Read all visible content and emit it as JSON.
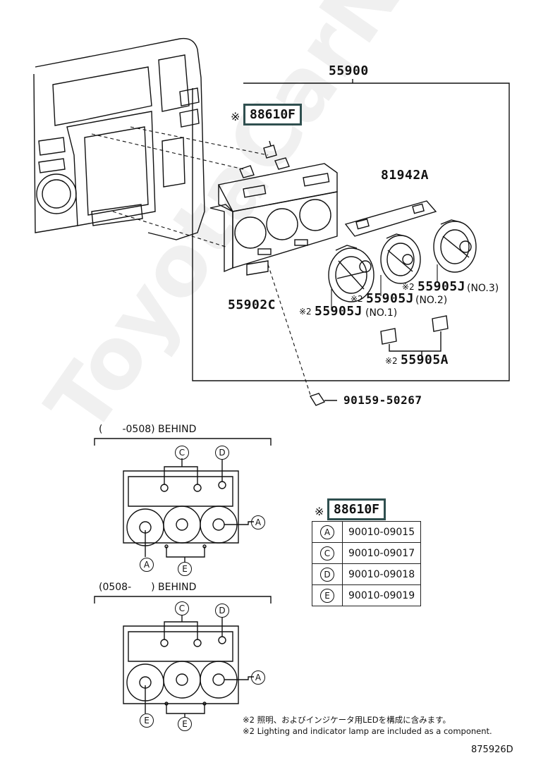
{
  "watermark": "ToyotaCarNet.ru",
  "parts": {
    "assembly": "55900",
    "bulb_set": "88610F",
    "bracket": "81942A",
    "panel": "55902C",
    "knob_no1": "55905J",
    "knob_no1_tag": "(NO.1)",
    "knob_no2": "55905J",
    "knob_no2_tag": "(NO.2)",
    "knob_no3": "55905J",
    "knob_no3_tag": "(NO.3)",
    "switch": "55905A",
    "screw": "90159-50267"
  },
  "marks": {
    "asterisk": "※",
    "asterisk2": "※2"
  },
  "views": {
    "top_caption": "(　　-0508)  BEHIND",
    "bottom_caption": "(0508-　　)  BEHIND"
  },
  "callout_letters": {
    "a": "A",
    "c": "C",
    "d": "D",
    "e": "E"
  },
  "table": {
    "title": "88610F",
    "rows": [
      {
        "key": "A",
        "part": "90010-09015"
      },
      {
        "key": "C",
        "part": "90010-09017"
      },
      {
        "key": "D",
        "part": "90010-09018"
      },
      {
        "key": "E",
        "part": "90010-09019"
      }
    ]
  },
  "notes": {
    "jp": "※2 照明、およびインジケータ用LEDを構成に含みます。",
    "en": "※2 Lighting and indicator lamp are included as a component."
  },
  "figure_id": "875926D"
}
